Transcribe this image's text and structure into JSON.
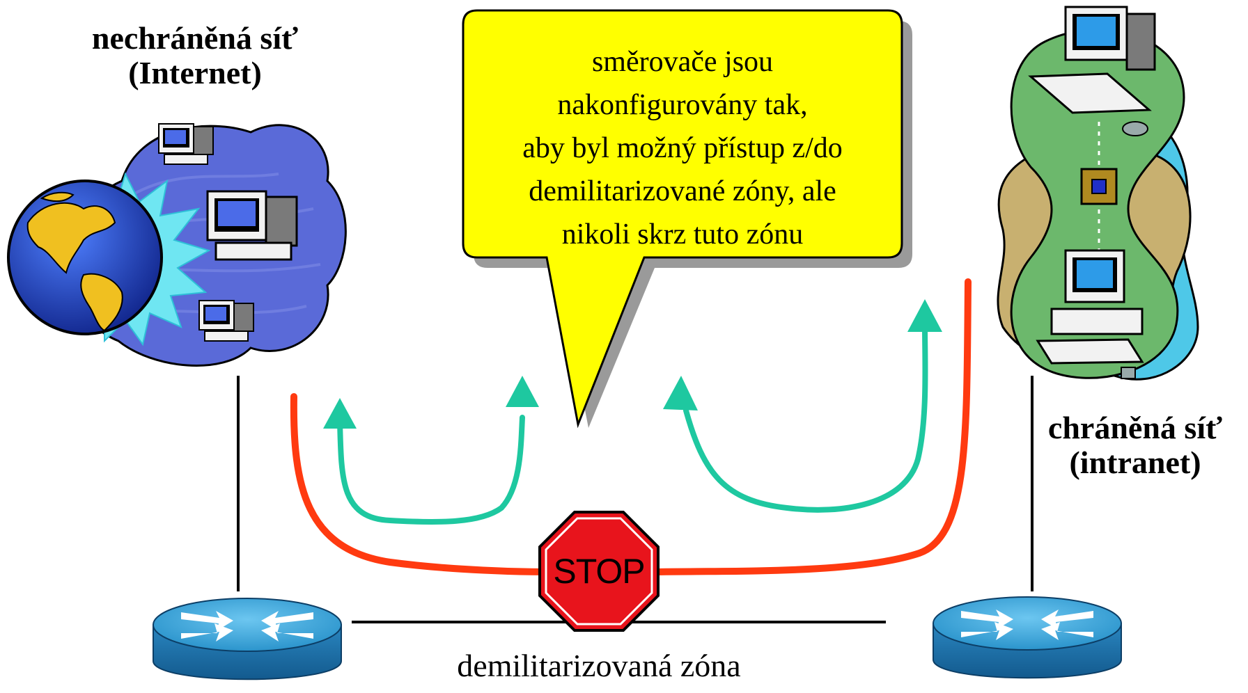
{
  "labels": {
    "unprotected_network_line1": "nechráněná síť",
    "unprotected_network_line2": "(Internet)",
    "protected_network_line1": "chráněná síť",
    "protected_network_line2": "(intranet)",
    "dmz": "demilitarizovaná zóna",
    "stop_sign": "STOP"
  },
  "callout": {
    "lines": [
      "směrovače jsou",
      "nakonfigurovány tak,",
      "aby byl možný přístup z/do",
      "demilitarizované zóny, ale",
      "nikoli skrz tuto zónu"
    ]
  },
  "colors": {
    "callout_fill": "#ffff00",
    "allowed_path": "#1ec8a0",
    "blocked_path": "#ff3a10",
    "stop_fill": "#e8141c",
    "router_top": "#3aa8dc",
    "router_side": "#1a70a8",
    "internet_cloud": "#5a6ad8",
    "intranet_green": "#6cb86c",
    "intranet_tan": "#c8b070",
    "globe_ocean": "#2a4ec8",
    "globe_land": "#f0c020"
  },
  "icons": [
    "globe-icon",
    "computer-icon",
    "router-icon",
    "stop-sign-icon",
    "arrow-up-icon"
  ]
}
